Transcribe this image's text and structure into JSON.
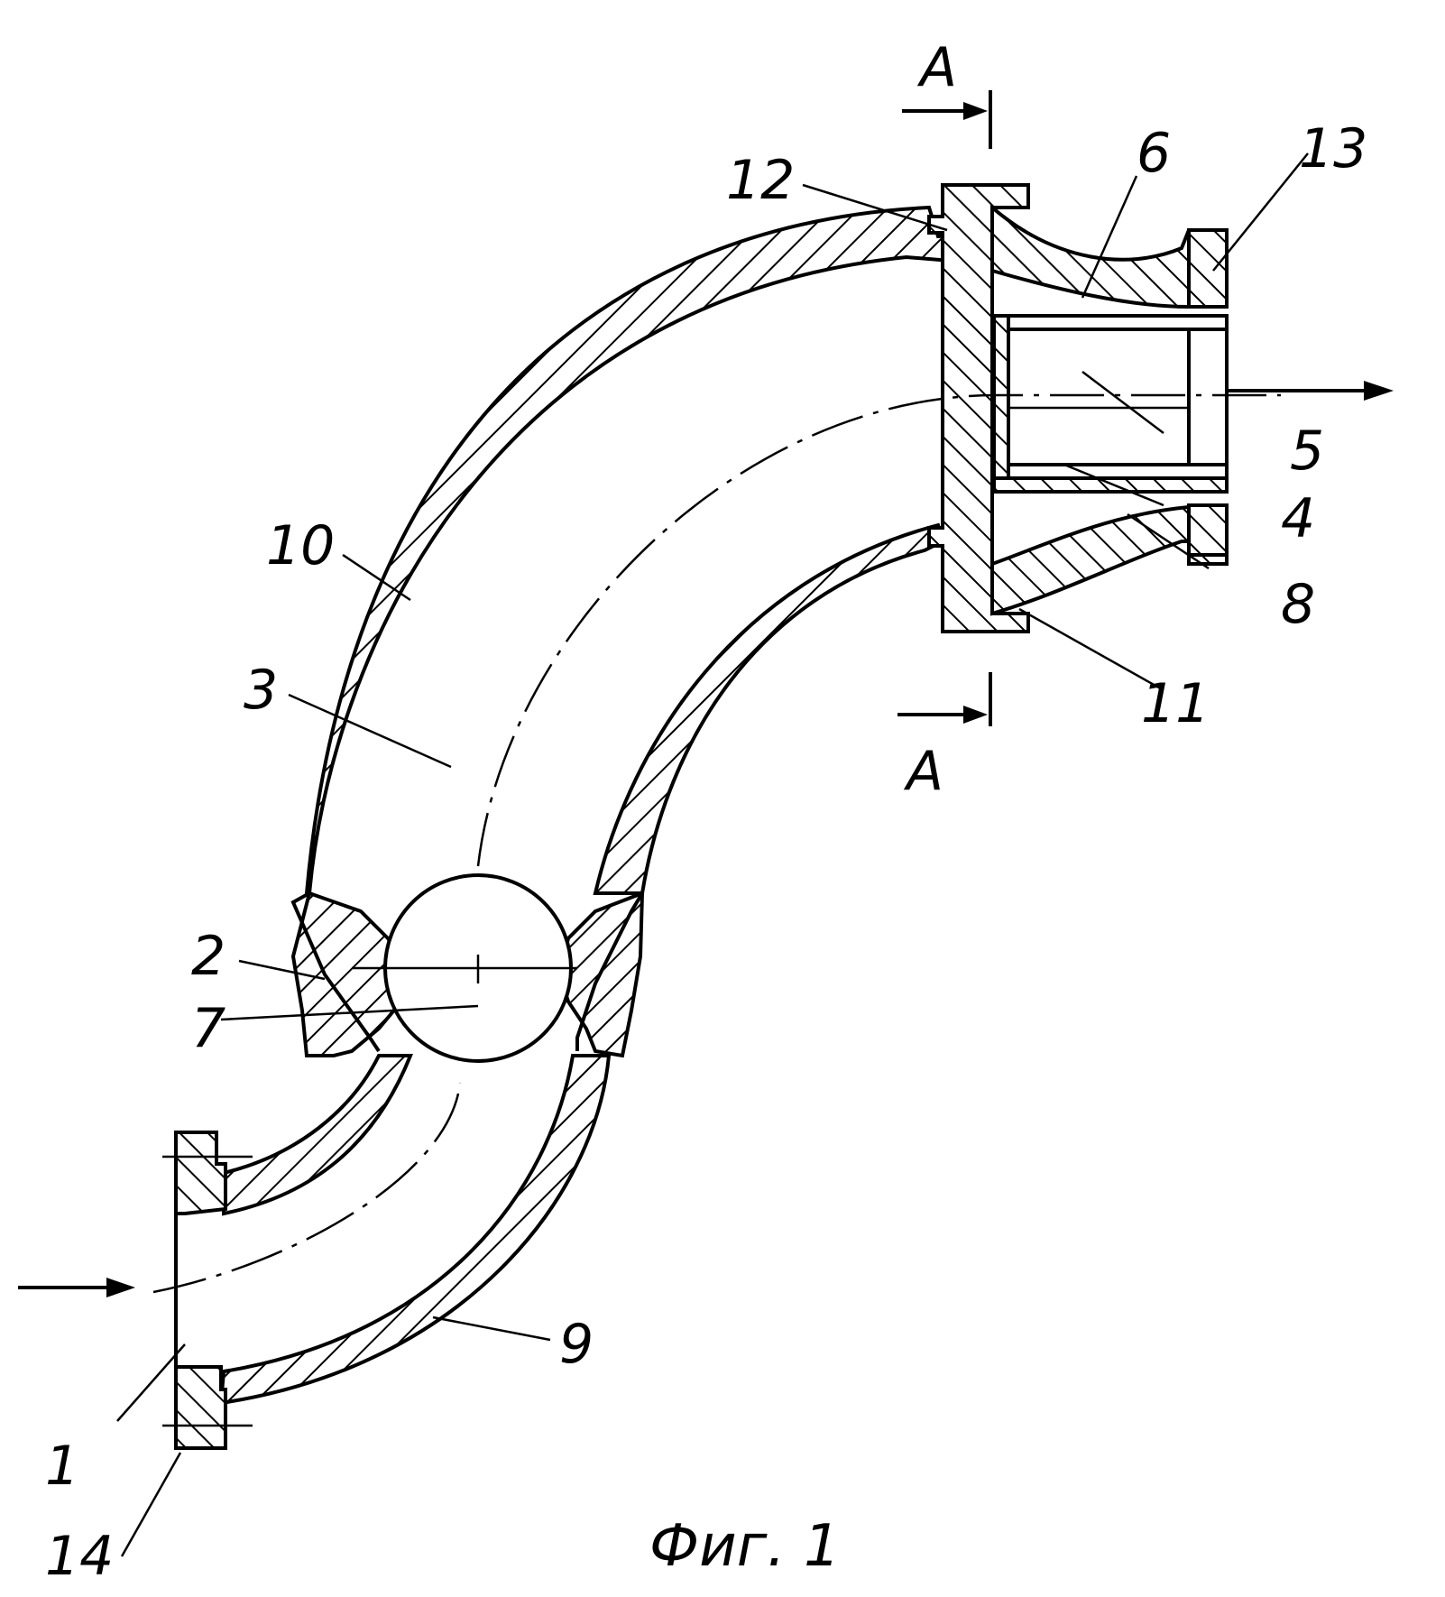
{
  "figure": {
    "caption": "Фиг. 1",
    "section_label_top": "А",
    "section_label_bottom": "А"
  },
  "labels": {
    "l1": "1",
    "l2": "2",
    "l3": "3",
    "l4": "4",
    "l5": "5",
    "l6": "6",
    "l7": "7",
    "l8": "8",
    "l9": "9",
    "l10": "10",
    "l11": "11",
    "l12": "12",
    "l13": "13",
    "l14": "14"
  }
}
